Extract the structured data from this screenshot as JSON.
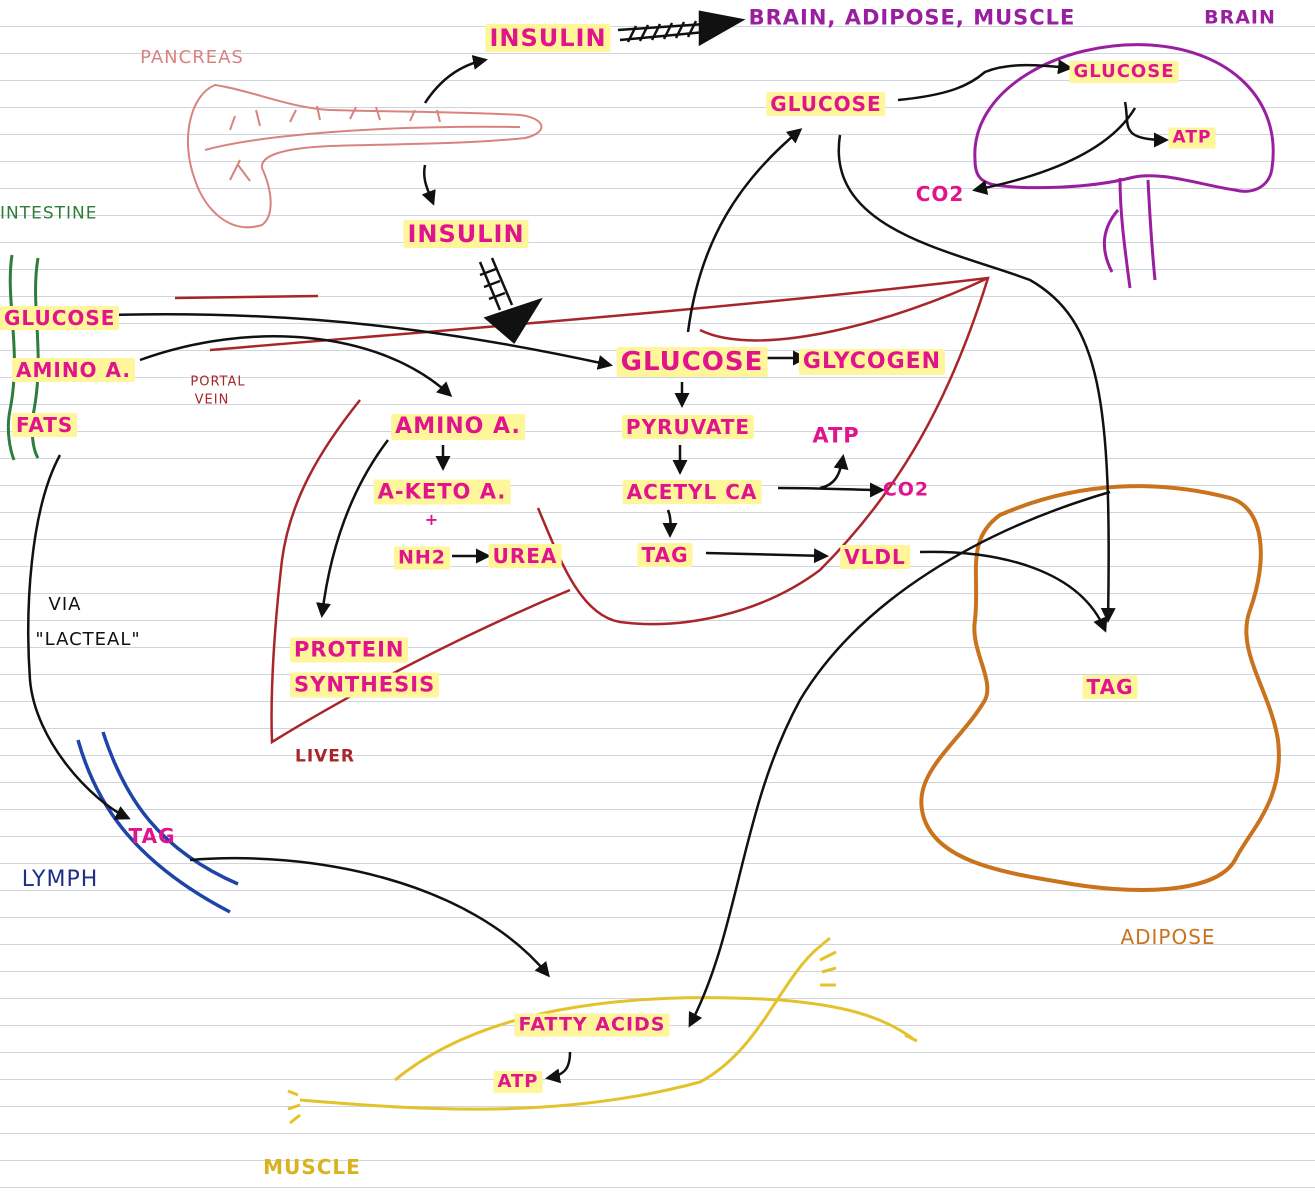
{
  "colors": {
    "magenta": "#e0148c",
    "highlight": "#fff59a",
    "arrow": "#111111",
    "liver": "#a8262a",
    "pancreas": "#d9837f",
    "brain": "#9a1fa0",
    "adipose": "#c9731c",
    "muscle": "#e3c22b",
    "intestine": "#2e7d3a",
    "lymph": "#1e44a8",
    "ruled_line": "#cfd4df"
  },
  "organs": {
    "pancreas": "PANCREAS",
    "intestine": "INTESTINE",
    "portal_vein": [
      "PORTAL",
      "VEIN"
    ],
    "liver": "LIVER",
    "brain": "BRAIN",
    "adipose": "ADIPOSE",
    "muscle": "MUSCLE",
    "lymph": "LYMPH",
    "lacteal": [
      "VIA",
      "\"LACTEAL\""
    ]
  },
  "top": {
    "insulin": "INSULIN",
    "targets": "BRAIN, ADIPOSE, MUSCLE"
  },
  "pancreas_out": {
    "insulin": "INSULIN"
  },
  "intestine_items": {
    "glucose": "GLUCOSE",
    "amino": "AMINO A.",
    "fats": "FATS"
  },
  "liver_items": {
    "glucose": "GLUCOSE",
    "glycogen": "GLYCOGEN",
    "pyruvate": "PYRUVATE",
    "acetyl": "ACETYL CA",
    "atp": "ATP",
    "co2": "CO2",
    "tag": "TAG",
    "vldl": "VLDL",
    "amino": "AMINO A.",
    "keto": "A-KETO A.",
    "plus": "+",
    "nh": "NH2",
    "urea": "UREA",
    "protein": [
      "PROTEIN",
      "SYNTHESIS"
    ]
  },
  "brain_items": {
    "glucose_blood": "GLUCOSE",
    "glucose": "GLUCOSE",
    "atp": "ATP",
    "co2": "CO2"
  },
  "adipose_items": {
    "tag": "TAG"
  },
  "lymph_items": {
    "tag": "TAG"
  },
  "muscle_items": {
    "fatty_acids": "FATTY ACIDS",
    "atp": "ATP"
  },
  "icons": [
    "hatched-insulin-arrow",
    "hatched-down-arrow"
  ]
}
